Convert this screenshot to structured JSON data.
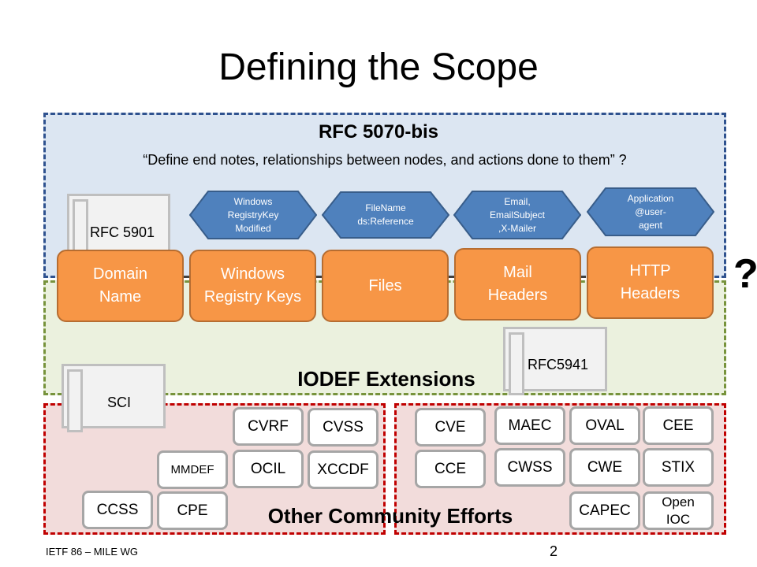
{
  "title": "Defining the Scope",
  "rfc_region": {
    "heading": "RFC 5070-bis",
    "quote": "“Define end notes, relationships between nodes, and actions done to them” ?"
  },
  "iodef_region": {
    "heading": "IODEF Extensions"
  },
  "other_region": {
    "heading": "Other Community Efforts"
  },
  "question_mark": "?",
  "documents": {
    "rfc5901": "RFC 5901",
    "rfc5941": "RFC5941",
    "sci": "SCI"
  },
  "hexagons": [
    {
      "lines": [
        "Windows",
        "RegistryKey",
        "Modified"
      ]
    },
    {
      "lines": [
        "FileName",
        "ds:Reference"
      ]
    },
    {
      "lines": [
        "Email,",
        "EmailSubject",
        ",X-Mailer"
      ]
    },
    {
      "lines": [
        "Application",
        "@user-",
        "agent"
      ]
    }
  ],
  "categories": [
    {
      "lines": [
        "Domain",
        "Name"
      ]
    },
    {
      "lines": [
        "Windows",
        "Registry Keys"
      ]
    },
    {
      "lines": [
        "Files"
      ]
    },
    {
      "lines": [
        "Mail",
        "Headers"
      ]
    },
    {
      "lines": [
        "HTTP",
        "Headers"
      ]
    }
  ],
  "efforts_left": {
    "cvrf": "CVRF",
    "cvss": "CVSS",
    "mmdef": "MMDEF",
    "ocil": "OCIL",
    "xccdf": "XCCDF",
    "ccss": "CCSS",
    "cpe": "CPE"
  },
  "efforts_right": {
    "cve": "CVE",
    "maec": "MAEC",
    "oval": "OVAL",
    "cee": "CEE",
    "cce": "CCE",
    "cwss": "CWSS",
    "cwe": "CWE",
    "stix": "STIX",
    "capec": "CAPEC",
    "openioc_1": "Open",
    "openioc_2": "IOC"
  },
  "colors": {
    "rfc_fill": "#dce6f2",
    "rfc_border": "#2f528f",
    "iodef_fill": "#ebf1de",
    "iodef_border": "#77933c",
    "other_fill": "#f2dcdb",
    "other_border": "#c00000",
    "category_fill": "#f79646",
    "hexagon_fill": "#4f81bd"
  },
  "footer": {
    "left": "IETF 86 – MILE WG",
    "page": "2"
  }
}
